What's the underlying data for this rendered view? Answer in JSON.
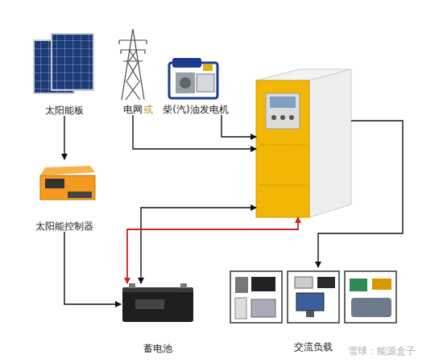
{
  "diagram": {
    "nodes": [
      {
        "text": [
          "太阳能板"
        ]
      },
      {
        "text": [
          "电网"
        ]
      },
      {
        "text": [
          "柴(汽)油发电机"
        ]
      },
      {
        "text": []
      },
      {
        "text": [
          "太阳能控制器"
        ]
      },
      {
        "text": [
          "蓄电池"
        ]
      },
      {
        "text": [
          "交流负载"
        ]
      }
    ],
    "edges": [
      {
        "from": 0,
        "to": 4,
        "arrow": "to"
      },
      {
        "from": 4,
        "to": 5,
        "arrow": "to"
      },
      {
        "from": 1,
        "to": 3,
        "arrow": "to"
      },
      {
        "from": 2,
        "to": 3,
        "arrow": "to"
      },
      {
        "from": 3,
        "to": 5,
        "arrow": "both"
      },
      {
        "from": 3,
        "to": 5,
        "arrow": "both"
      },
      {
        "from": 3,
        "to": 6,
        "arrow": "to"
      }
    ],
    "labels": [
      "或",
      "雪球：能源盒子"
    ]
  }
}
